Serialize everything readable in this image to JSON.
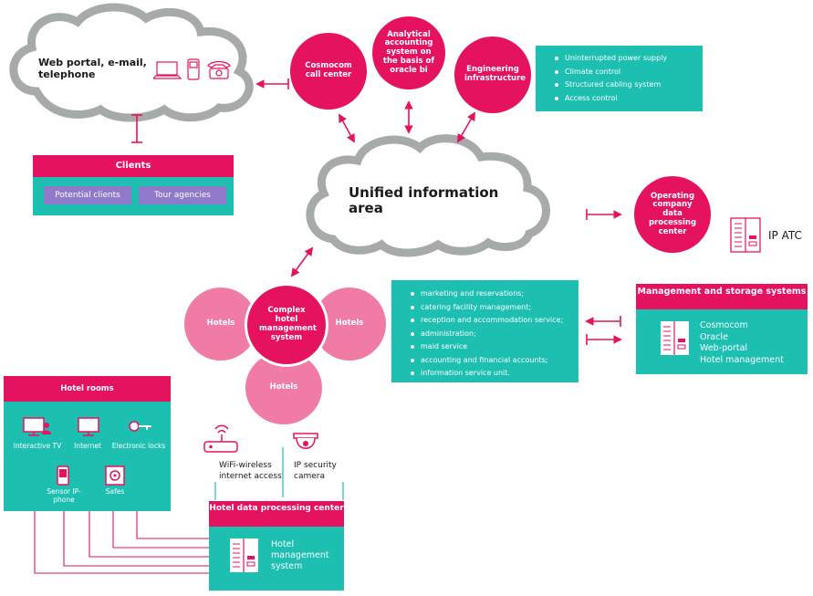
{
  "web_cloud": {
    "label": "Web portal, e-mail, telephone"
  },
  "center_cloud": {
    "label": "Unified information area"
  },
  "nodes": {
    "cosmocom_call_center": "Cosmocom call center",
    "analytical_accounting": "Analytical accounting system on the basis of oracle bi",
    "engineering_infrastructure": "Engineering infrastructure",
    "operating_company": "Operating company data processing center",
    "complex_hotel": "Complex hotel management system",
    "hotels_left": "Hotels",
    "hotels_right": "Hotels",
    "hotels_bottom": "Hotels"
  },
  "engineering_list": [
    "Uninterrupted power supply",
    "Climate control",
    "Structured cabling system",
    "Access control"
  ],
  "clients": {
    "title": "Clients",
    "items": [
      "Potential clients",
      "Tour agencies"
    ]
  },
  "ip_atc": {
    "label": "IP ATC"
  },
  "hotel_services": [
    "marketing and reservations;",
    "catering facility management;",
    "reception and accommodation service;",
    "administration;",
    "maid service",
    "accounting and financial accounts;",
    "information service unit."
  ],
  "management_storage": {
    "title": "Management and storage systems",
    "items": [
      "Cosmocom",
      "Oracle",
      "Web-portal",
      "Hotel management"
    ]
  },
  "hotel_rooms": {
    "title": "Hotel rooms",
    "items": [
      "Interactive TV",
      "Internet",
      "Electronic locks",
      "Sensor IP-phone",
      "Safes"
    ]
  },
  "devices": {
    "wifi": "WiFi-wireless internet access",
    "camera": "IP security camera"
  },
  "hotel_dpc": {
    "title": "Hotel data processing center",
    "label": "Hotel management system"
  },
  "colors": {
    "pink": "#e5125f",
    "pink_light": "#f07ca6",
    "teal": "#1dbfb1",
    "cloud_gray": "#a7aaab",
    "chip_purple": "#8f7ac9"
  }
}
